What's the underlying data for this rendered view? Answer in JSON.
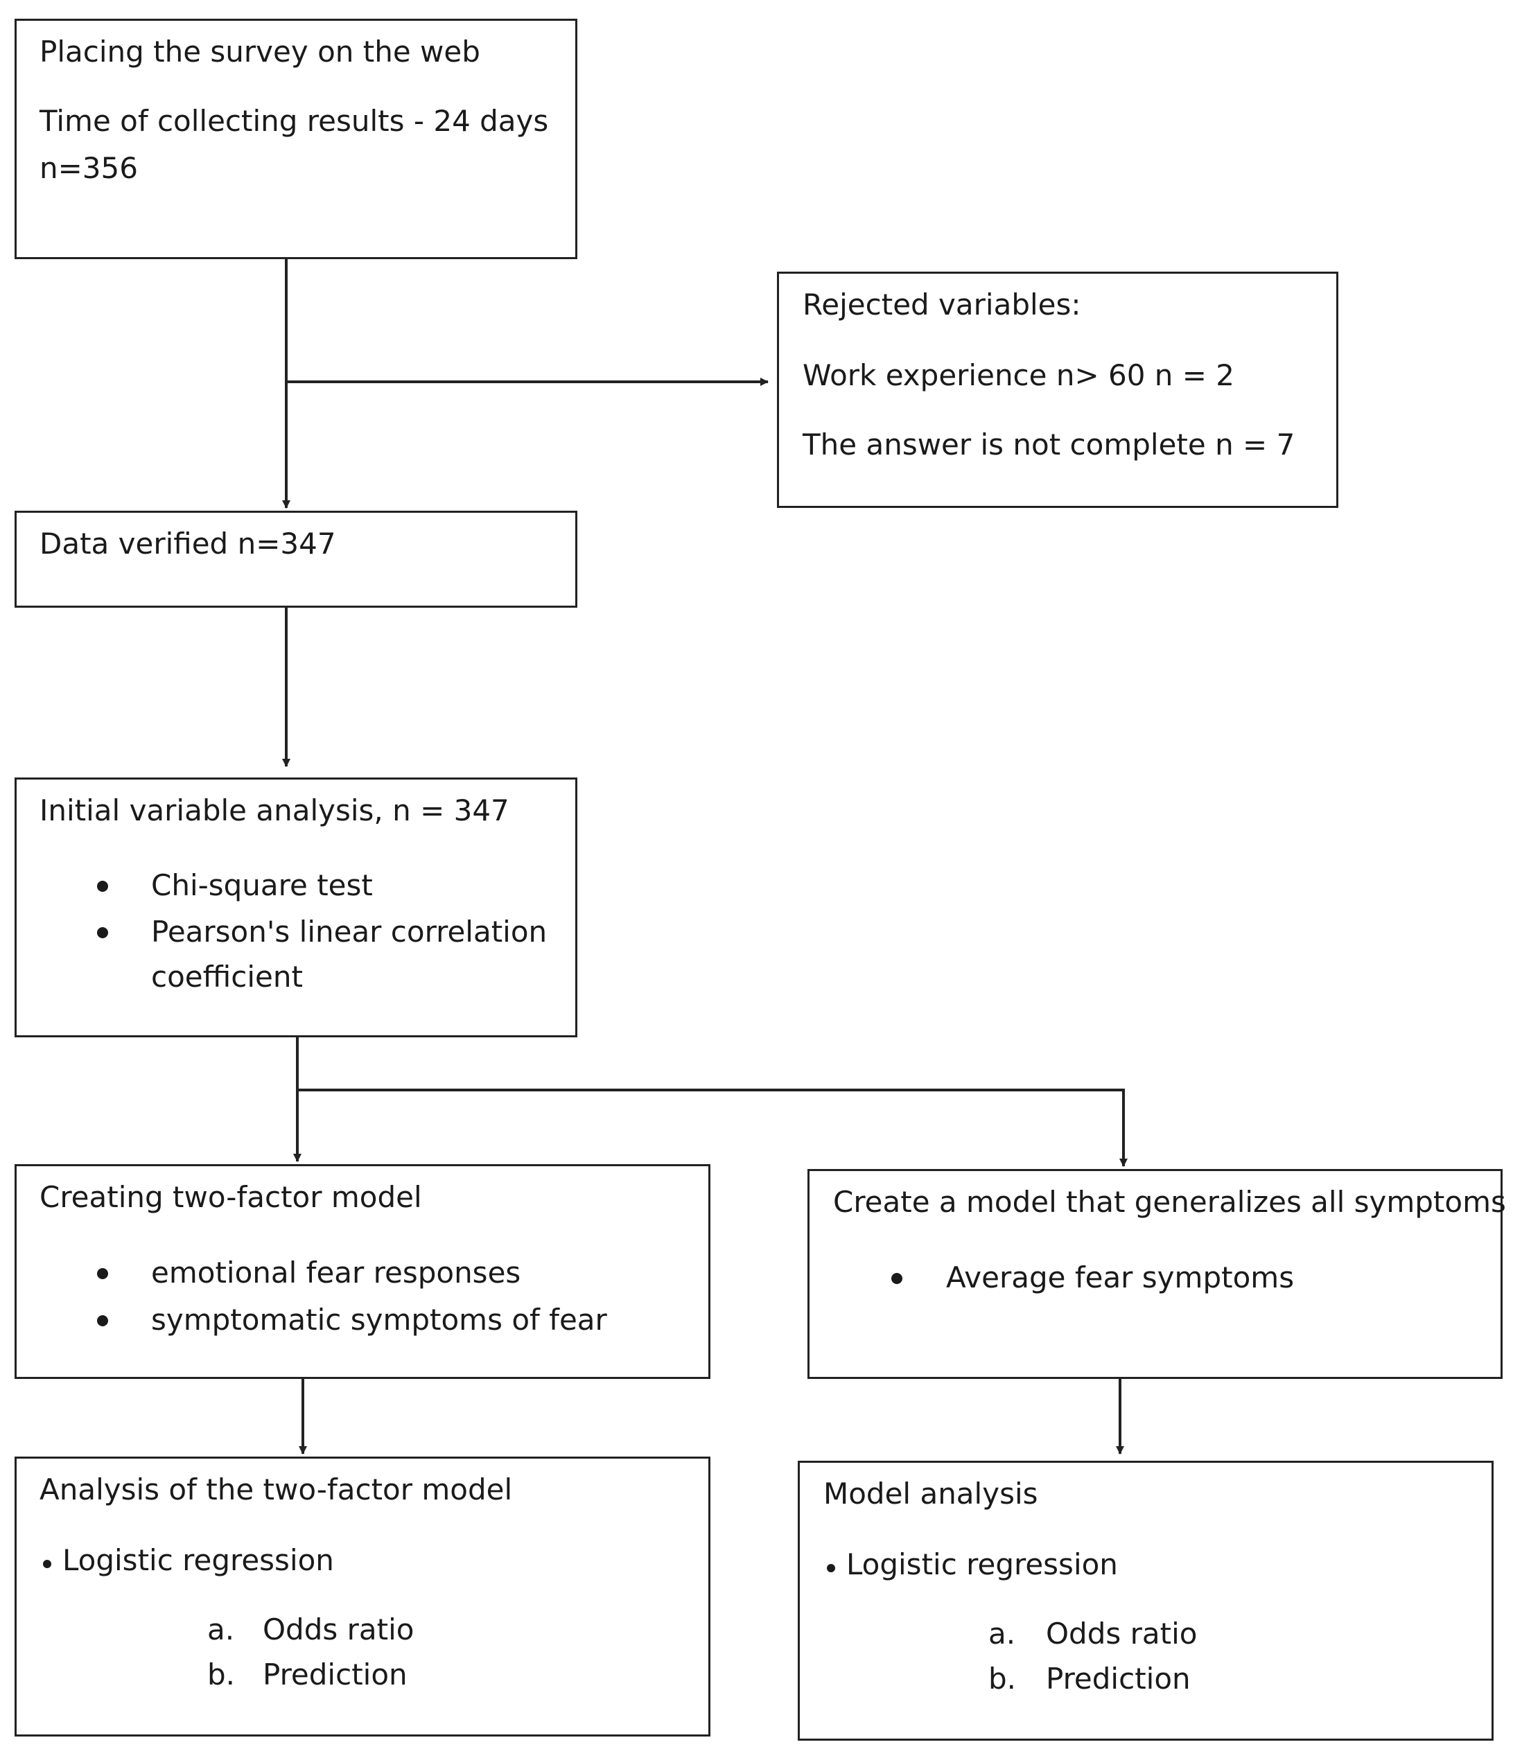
{
  "box_survey": {
    "title": "Placing the survey on the web",
    "line1": "Time of collecting results  - 24 days",
    "line2": "n=356"
  },
  "box_rejected": {
    "title": "Rejected variables:",
    "line1": "Work experience n> 60 n = 2",
    "line2": "The answer is not complete n = 7"
  },
  "box_verified": {
    "title": "Data verified  n=347"
  },
  "box_initial": {
    "title": "Initial variable analysis, n = 347",
    "bullets": [
      "Chi-square test",
      "Pearson's linear correlation",
      "coefficient"
    ]
  },
  "box_two_factor": {
    "title": "Creating two-factor model",
    "bullets": [
      "emotional fear responses",
      "symptomatic symptoms of fear"
    ]
  },
  "box_general": {
    "title": "Create a model that generalizes all symptoms",
    "bullets": [
      "Average fear symptoms"
    ]
  },
  "box_analysis_two": {
    "title": "Analysis of the two-factor model",
    "method": "Logistic regression",
    "items": [
      {
        "marker": "a.",
        "label": "Odds ratio"
      },
      {
        "marker": "b.",
        "label": "Prediction"
      }
    ]
  },
  "box_model_analysis": {
    "title": "Model analysis",
    "method": "Logistic regression",
    "items": [
      {
        "marker": "a.",
        "label": "Odds ratio"
      },
      {
        "marker": "b.",
        "label": "Prediction"
      }
    ]
  },
  "colors": {
    "stroke": "#222222",
    "text": "#1a1a1a",
    "background": "#ffffff"
  }
}
